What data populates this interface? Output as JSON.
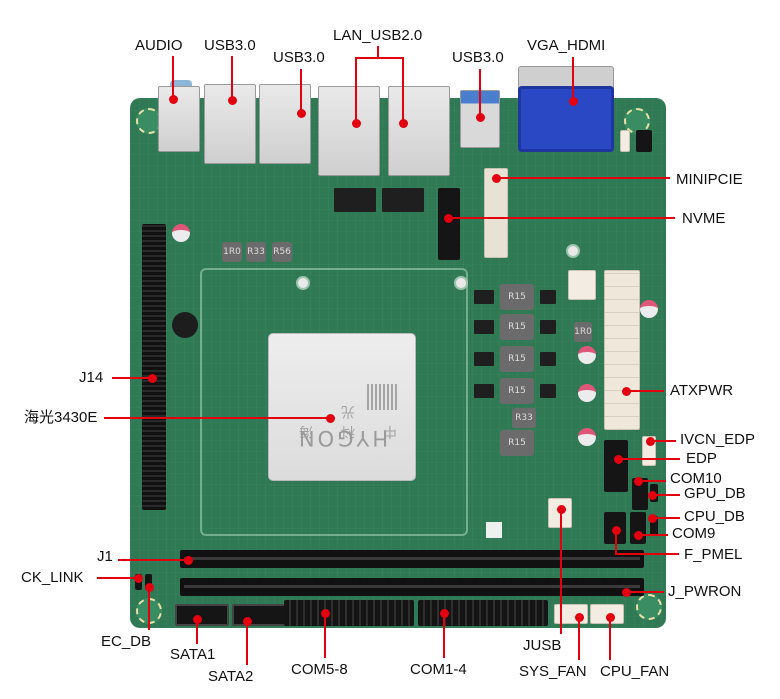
{
  "diagram": {
    "subject": "Mini-ITX motherboard connector layout",
    "cpu": {
      "label": "海光3430E",
      "chip_brand": "HYGON",
      "chip_brand_cn": "中 科 海 光"
    },
    "labels": {
      "audio": "AUDIO",
      "usb30_left": "USB3.0",
      "usb30_mid": "USB3.0",
      "lan_usb20": "LAN_USB2.0",
      "usb30_right": "USB3.0",
      "vga_hdmi": "VGA_HDMI",
      "minipcie": "MINIPCIE",
      "nvme": "NVME",
      "atxpwr": "ATXPWR",
      "ivcn_edp": "IVCN_EDP",
      "edp": "EDP",
      "com10": "COM10",
      "gpu_db": "GPU_DB",
      "cpu_db": "CPU_DB",
      "com9": "COM9",
      "f_pmel": "F_PMEL",
      "j_pwron": "J_PWRON",
      "j14": "J14",
      "cpu": "海光3430E",
      "j1": "J1",
      "ck_link": "CK_LINK",
      "ec_db": "EC_DB",
      "sata1": "SATA1",
      "sata2": "SATA2",
      "com5_8": "COM5-8",
      "com1_4": "COM1-4",
      "jusb": "JUSB",
      "sys_fan": "SYS_FAN",
      "cpu_fan": "CPU_FAN"
    },
    "inductor_marks": [
      "R15",
      "R15",
      "R15",
      "R15",
      "R15",
      "R33",
      "1R0",
      "1R0",
      "R33",
      "R56"
    ],
    "colors": {
      "board": "#2f7a55",
      "leader_line": "#e3000f",
      "vga": "#2a47c4",
      "label_text": "#111111"
    }
  }
}
